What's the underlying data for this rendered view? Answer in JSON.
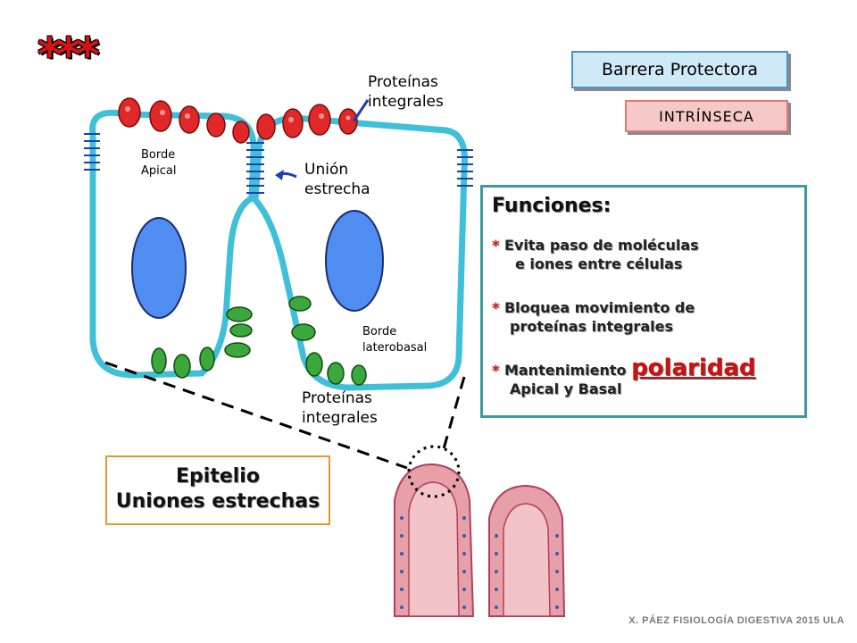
{
  "stars": "***",
  "barrera": "Barrera Protectora",
  "intrinseca": "INTRÍNSECA",
  "diagram": {
    "proteinas_top_1": "Proteínas",
    "proteinas_top_2": "integrales",
    "borde_apical_1": "Borde",
    "borde_apical_2": "Apical",
    "union_1": "Unión",
    "union_2": "estrecha",
    "borde_latero_1": "Borde",
    "borde_latero_2": "laterobasal",
    "proteinas_bottom_1": "Proteínas",
    "proteinas_bottom_2": "integrales"
  },
  "funciones": {
    "title": "Funciones:",
    "star": "*",
    "item1_line1": "Evita paso de moléculas",
    "item1_line2": "e iones entre células",
    "item2_line1": "Bloquea movimiento de",
    "item2_line2": "proteínas integrales",
    "item3_prefix": "Mantenimiento",
    "item3_highlight": "polaridad",
    "item3_line2": "Apical y Basal"
  },
  "epitelio": {
    "line1": "Epitelio",
    "line2": "Uniones estrechas"
  },
  "footer": "X. PÁEZ   FISIOLOGÍA DIGESTIVA 2015 ULA",
  "colors": {
    "membrane": "#3fc0d8",
    "nucleus": "#4f8ef0",
    "apical_protein": "#e02828",
    "basal_protein": "#3aa83a",
    "tissue": "#e8a0a8",
    "funciones_border": "#3c9aa0",
    "epitelio_border": "#e89632"
  }
}
